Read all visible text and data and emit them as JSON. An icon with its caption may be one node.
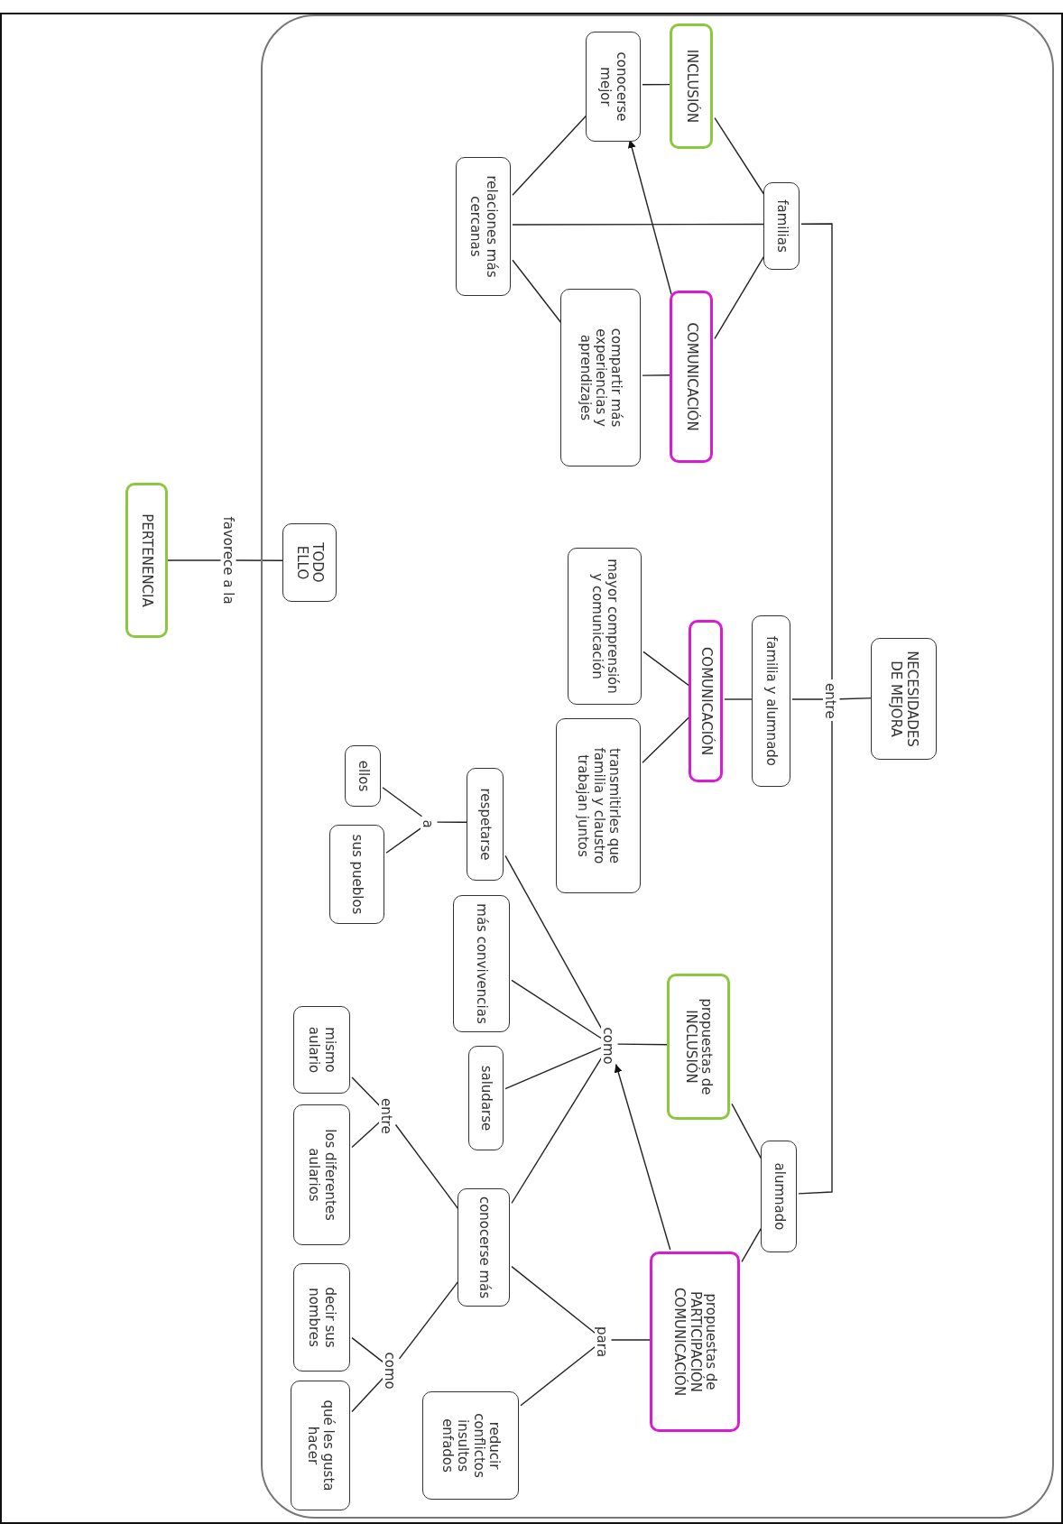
{
  "diagram": {
    "nodes": [
      {
        "text": [],
        "shape": "box"
      },
      {
        "text": [
          "NECESIDADES DE MEJORA"
        ],
        "in": 0
      },
      {
        "text": [
          "entre"
        ],
        "in": 0
      },
      {
        "text": [
          "familias"
        ],
        "in": 0
      },
      {
        "text": [
          "familia y alumnado"
        ],
        "in": 0
      },
      {
        "text": [
          "alumnado"
        ],
        "in": 0
      },
      {
        "text": [
          "INCLUSIÓN"
        ],
        "in": 0
      },
      {
        "text": [
          "COMUNICACIÓN"
        ],
        "in": 0
      },
      {
        "text": [
          "conocerse mejor"
        ],
        "in": 0
      },
      {
        "text": [
          "compartir más experiencias y aprendizajes"
        ],
        "in": 0
      },
      {
        "text": [
          "relaciones más cercanas"
        ],
        "in": 0
      },
      {
        "text": [
          "COMUNICACIÓN"
        ],
        "in": 0
      },
      {
        "text": [
          "mayor comprensión y comunicación"
        ],
        "in": 0
      },
      {
        "text": [
          "transmitirles que familia y claustro trabajan juntos"
        ],
        "in": 0
      },
      {
        "text": [
          "propuestas de INCLUSIÓN"
        ],
        "in": 0
      },
      {
        "text": [
          "propuestas de PARTICIPACIÓN COMUNICACIÓN"
        ],
        "in": 0
      },
      {
        "text": [
          "como"
        ],
        "in": 0
      },
      {
        "text": [
          "para"
        ],
        "in": 0
      },
      {
        "text": [
          "respetarse"
        ],
        "in": 0
      },
      {
        "text": [
          "más convivencias"
        ],
        "in": 0
      },
      {
        "text": [
          "saludarse"
        ],
        "in": 0
      },
      {
        "text": [
          "conocerse más"
        ],
        "in": 0
      },
      {
        "text": [
          "reducir conflictos insultos enfados"
        ],
        "in": 0
      },
      {
        "text": [
          "a"
        ],
        "in": 0
      },
      {
        "text": [
          "ellos"
        ],
        "in": 0
      },
      {
        "text": [
          "sus pueblos"
        ],
        "in": 0
      },
      {
        "text": [
          "entre"
        ],
        "in": 0
      },
      {
        "text": [
          "mismo aulario"
        ],
        "in": 0
      },
      {
        "text": [
          "los diferentes aularios"
        ],
        "in": 0
      },
      {
        "text": [
          "como"
        ],
        "in": 0
      },
      {
        "text": [
          "decir sus nombres"
        ],
        "in": 0
      },
      {
        "text": [
          "qué les gusta hacer"
        ],
        "in": 0
      },
      {
        "text": [
          "TODO ELLO"
        ],
        "in": 0
      },
      {
        "text": [
          "favorece a la"
        ]
      },
      {
        "text": [
          "PERTENENCIA"
        ]
      }
    ],
    "edges": [
      {
        "from": 1,
        "to": 2,
        "arrow": "none"
      },
      {
        "from": 2,
        "to": 3,
        "arrow": "none"
      },
      {
        "from": 2,
        "to": 4,
        "arrow": "none"
      },
      {
        "from": 2,
        "to": 5,
        "arrow": "none"
      },
      {
        "from": 6,
        "to": 8,
        "arrow": "none"
      },
      {
        "from": 6,
        "to": 3,
        "arrow": "none"
      },
      {
        "from": 7,
        "to": 3,
        "arrow": "none"
      },
      {
        "from": 7,
        "to": 8,
        "arrow": "to"
      },
      {
        "from": 7,
        "to": 9,
        "arrow": "none"
      },
      {
        "from": 8,
        "to": 10,
        "arrow": "none"
      },
      {
        "from": 10,
        "to": 9,
        "arrow": "none"
      },
      {
        "from": 10,
        "to": 3,
        "arrow": "none"
      },
      {
        "from": 4,
        "to": 11,
        "arrow": "none"
      },
      {
        "from": 11,
        "to": 12,
        "arrow": "none"
      },
      {
        "from": 11,
        "to": 13,
        "arrow": "none"
      },
      {
        "from": 14,
        "to": 5,
        "arrow": "none"
      },
      {
        "from": 15,
        "to": 5,
        "arrow": "none"
      },
      {
        "from": 14,
        "to": 16,
        "arrow": "none"
      },
      {
        "from": 15,
        "to": 16,
        "arrow": "to"
      },
      {
        "from": 16,
        "to": 18,
        "arrow": "none"
      },
      {
        "from": 16,
        "to": 19,
        "arrow": "none"
      },
      {
        "from": 16,
        "to": 20,
        "arrow": "none"
      },
      {
        "from": 16,
        "to": 21,
        "arrow": "none"
      },
      {
        "from": 15,
        "to": 17,
        "arrow": "none"
      },
      {
        "from": 17,
        "to": 21,
        "arrow": "none"
      },
      {
        "from": 17,
        "to": 22,
        "arrow": "none"
      },
      {
        "from": 18,
        "to": 23,
        "arrow": "none"
      },
      {
        "from": 23,
        "to": 24,
        "arrow": "none"
      },
      {
        "from": 23,
        "to": 25,
        "arrow": "none"
      },
      {
        "from": 21,
        "to": 26,
        "arrow": "none"
      },
      {
        "from": 26,
        "to": 27,
        "arrow": "none"
      },
      {
        "from": 26,
        "to": 28,
        "arrow": "none"
      },
      {
        "from": 21,
        "to": 29,
        "arrow": "none"
      },
      {
        "from": 29,
        "to": 30,
        "arrow": "none"
      },
      {
        "from": 29,
        "to": 31,
        "arrow": "none"
      },
      {
        "from": 32,
        "to": 33,
        "arrow": "none"
      },
      {
        "from": 33,
        "to": 34,
        "arrow": "none"
      }
    ]
  }
}
